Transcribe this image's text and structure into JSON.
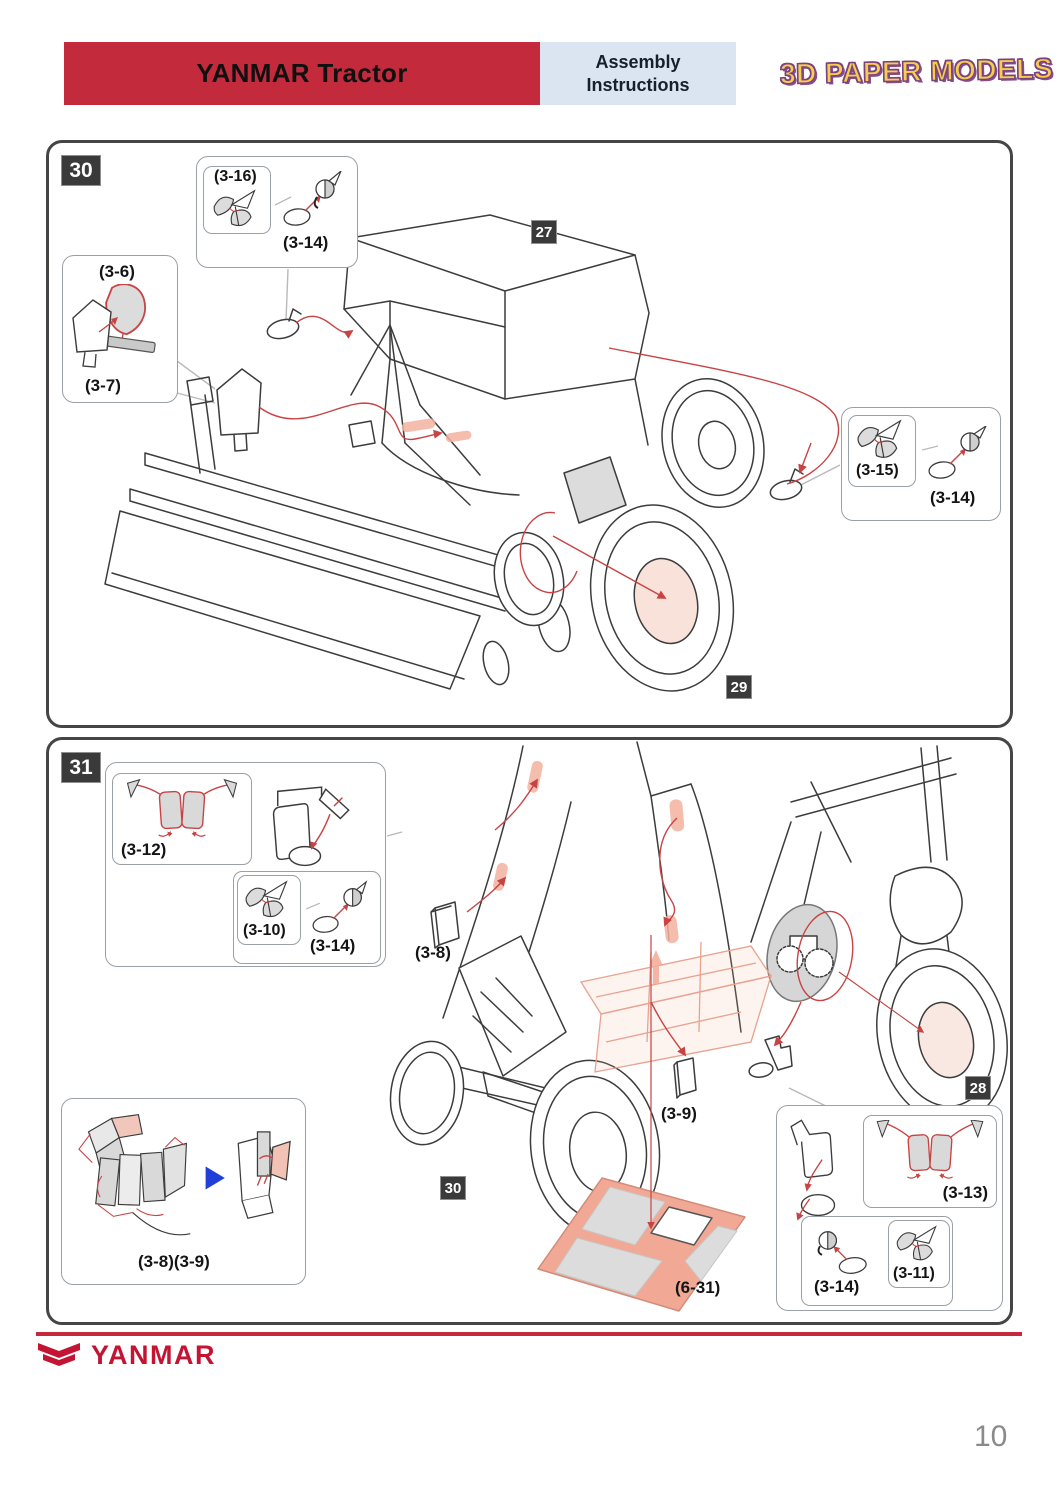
{
  "header": {
    "title": "YANMAR Tractor",
    "subtitle_line1": "Assembly",
    "subtitle_line2": "Instructions",
    "logo_text": "3D PAPER MODELS"
  },
  "panel30": {
    "step": "30",
    "marker_cab": "27",
    "marker_wheel": "29",
    "callout_top": {
      "part": "(3-16)",
      "attach": "(3-14)"
    },
    "callout_left": {
      "part_top": "(3-6)",
      "part_bottom": "(3-7)"
    },
    "callout_right": {
      "part": "(3-15)",
      "attach": "(3-14)"
    }
  },
  "panel31": {
    "step": "31",
    "marker_front": "30",
    "marker_rear": "28",
    "callout_mirrors": {
      "part": "(3-12)",
      "sub_part": "(3-10)",
      "sub_attach": "(3-14)"
    },
    "label_3_8": "(3-8)",
    "label_3_9": "(3-9)",
    "label_6_31": "(6-31)",
    "callout_right": {
      "part": "(3-13)",
      "sub_part": "(3-11)",
      "sub_attach": "(3-14)"
    },
    "callout_fold": {
      "label": "(3-8)(3-9)"
    }
  },
  "footer": {
    "brand": "YANMAR"
  },
  "page": {
    "number": "10"
  },
  "colors": {
    "banner_red": "#c32a3c",
    "subtitle_bg": "#dbe5f1",
    "logo_yellow": "#f3cf4d",
    "logo_outline": "#7c4180",
    "badge_bg": "#3a3a3a",
    "panel_border": "#454545",
    "wire_red": "#c84343",
    "highlight_salmon": "#f4b29f",
    "hub_pink": "#f9e2da",
    "part_gray": "#dcdcdc",
    "floor_panel_salmon": "#f1a995",
    "brand_red": "#c41434",
    "page_number_gray": "#8a8a8a",
    "fold_arrow_blue": "#1f3fd6"
  }
}
